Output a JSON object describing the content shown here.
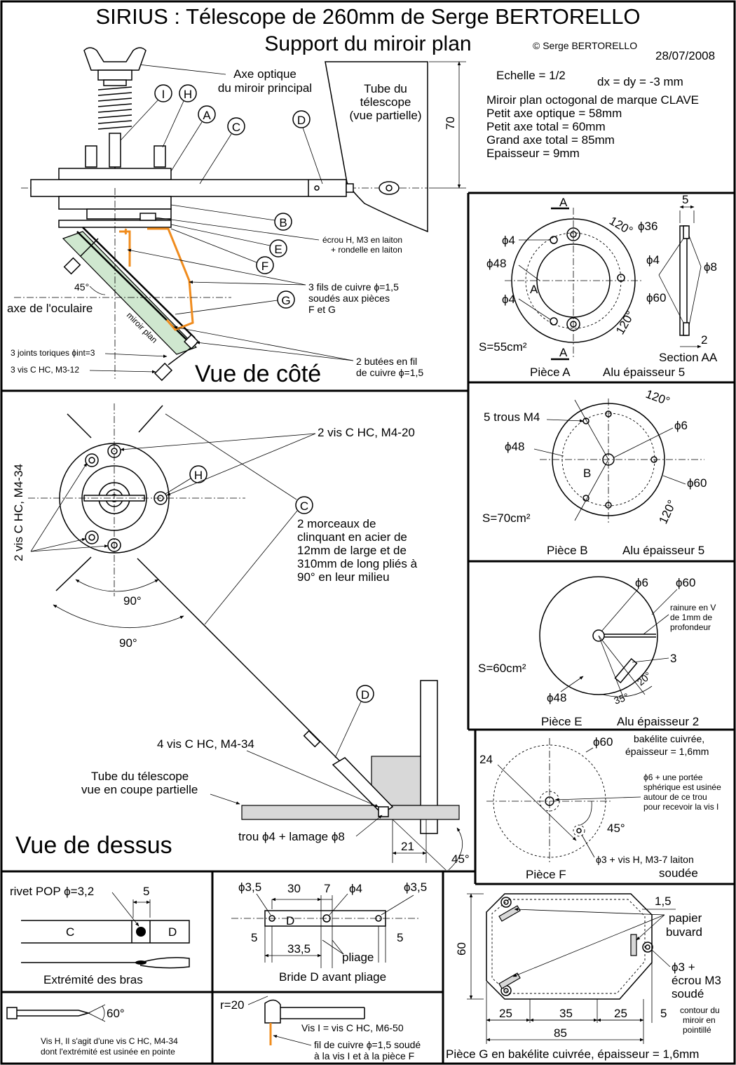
{
  "header": {
    "title": "SIRIUS : Télescope de 260mm de Serge BERTORELLO",
    "subtitle": "Support du miroir plan",
    "copyright": "© Serge BERTORELLO",
    "date": "28/07/2008",
    "scale": "Echelle = 1/2",
    "offset": "dx = dy = -3 mm",
    "specs": [
      "Miroir plan octogonal de marque CLAVE",
      "Petit axe optique = 58mm",
      "Petit axe total = 60mm",
      "Grand axe total = 85mm",
      "Epaisseur = 9mm"
    ]
  },
  "side_view": {
    "title": "Vue de côté",
    "axis_line1": "Axe optique",
    "axis_line2": "du miroir principal",
    "tube_line1": "Tube du",
    "tube_line2": "télescope",
    "tube_line3": "(vue partielle)",
    "dim_70": "70",
    "labels": {
      "I": "I",
      "H": "H",
      "A": "A",
      "C": "C",
      "D": "D",
      "B": "B",
      "E": "E",
      "F": "F",
      "G": "G"
    },
    "nut_line1": "écrou H, M3 en laiton",
    "nut_line2": "+ rondelle en laiton",
    "wires_line1": "3 fils de cuivre ϕ=1,5",
    "wires_line2": "soudés aux pièces",
    "wires_line3": "F et G",
    "angle": "45°",
    "eyepiece_axis": "axe de l'oculaire",
    "mirror_label": "miroir plan",
    "stops_line1": "2 butées en fil",
    "stops_line2": "de cuivre ϕ=1,5",
    "orings": "3 joints toriques ϕint=3",
    "screws": "3 vis C HC, M3-12"
  },
  "piece_a": {
    "name": "Pièce A",
    "material": "Alu épaisseur 5",
    "area": "S=55cm²",
    "section": "Section AA",
    "label_a": "A",
    "d4": "ϕ4",
    "d48": "ϕ48",
    "d36": "ϕ36",
    "d60": "ϕ60",
    "d8": "ϕ8",
    "angle": "120°",
    "dim5": "5",
    "dim2": "2"
  },
  "piece_b": {
    "name": "Pièce B",
    "material": "Alu épaisseur 5",
    "area": "S=70cm²",
    "holes": "5 trous M4",
    "d48": "ϕ48",
    "d6": "ϕ6",
    "d60": "ϕ60",
    "angle": "120°",
    "label": "B"
  },
  "piece_e": {
    "name": "Pièce E",
    "material": "Alu épaisseur 2",
    "area": "S=60cm²",
    "d6": "ϕ6",
    "d60": "ϕ60",
    "d48": "ϕ48",
    "groove_line1": "rainure en V",
    "groove_line2": "de 1mm de",
    "groove_line3": "profondeur",
    "dim3": "3",
    "angle20": "20°",
    "angle35": "35°"
  },
  "piece_f": {
    "name": "Pièce F",
    "d60": "ϕ60",
    "mat_line1": "bakélite cuivrée,",
    "mat_line2": "épaisseur = 1,6mm",
    "r24": "24",
    "note_line1": "ϕ6 + une portée",
    "note_line2": "sphérique est usinée",
    "note_line3": "autour de ce trou",
    "note_line4": "pour recevoir la vis I",
    "angle": "45°",
    "screw_line1": "ϕ3 + vis H, M3-7 laiton",
    "screw_line2": "soudée"
  },
  "top_view": {
    "title": "Vue de dessus",
    "screws_m420": "2 vis C HC, M4-20",
    "screws_m434_vert": "2 vis C HC, M4-34",
    "label_h": "H",
    "label_c": "C",
    "label_d": "D",
    "strip_line1": "2 morceaux de",
    "strip_line2": "clinquant en acier de",
    "strip_line3": "12mm de large et de",
    "strip_line4": "310mm de long pliés à",
    "strip_line5": "90° en leur milieu",
    "angle1": "90°",
    "angle2": "90°",
    "screws_4": "4 vis C HC, M4-34",
    "tube_line1": "Tube du télescope",
    "tube_line2": "vue en coupe partielle",
    "hole": "trou ϕ4 + lamage ϕ8",
    "dim21": "21",
    "angle45": "45°"
  },
  "arm_end": {
    "title": "Extrémité des bras",
    "rivet": "rivet POP ϕ=3,2",
    "dim5": "5",
    "c": "C",
    "d": "D"
  },
  "flange_d": {
    "title": "Bride D avant pliage",
    "d35a": "ϕ3,5",
    "d30": "30",
    "d7": "7",
    "d4": "ϕ4",
    "d35b": "ϕ3,5",
    "label": "D",
    "d5a": "5",
    "d5b": "5",
    "d335": "33,5",
    "fold": "pliage"
  },
  "screw_h": {
    "angle": "60°",
    "note_line1": "Vis H, Il s'agit d'une vis C HC, M4-34",
    "note_line2": "dont l'extrémité est usinée en pointe"
  },
  "screw_i": {
    "r": "r=20",
    "name": "Vis I = vis C HC, M6-50",
    "wire_line1": "fil de cuivre ϕ=1,5 soudé",
    "wire_line2": "à la vis I et à la pièce F"
  },
  "piece_g": {
    "title": "Pièce G en bakélite cuivrée, épaisseur = 1,6mm",
    "d60": "60",
    "d15": "1,5",
    "blotter_line1": "papier",
    "blotter_line2": "buvard",
    "nut_line1": "ϕ3 +",
    "nut_line2": "écrou M3",
    "nut_line3": "soudé",
    "d25a": "25",
    "d35": "35",
    "d25b": "25",
    "d5": "5",
    "d85": "85",
    "note_line1": "contour du",
    "note_line2": "miroir en",
    "note_line3": "pointillé"
  }
}
